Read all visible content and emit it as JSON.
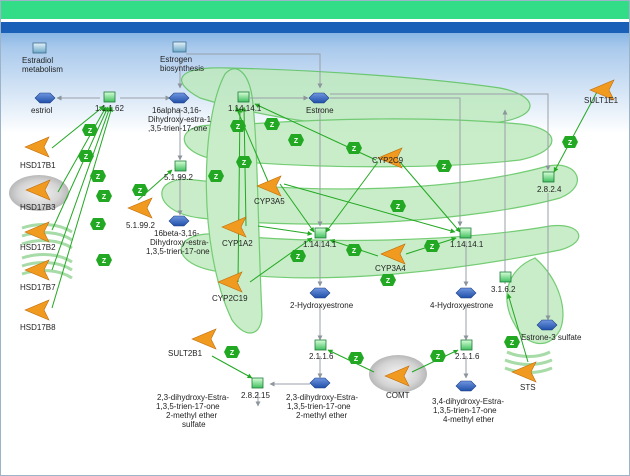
{
  "colors": {
    "header_green": "#33dd88",
    "header_blue": "#1a5fb8",
    "compartment_fill": "#bfeabf",
    "compartment_stroke": "#5cc45c",
    "enzyme_orange": "#f09a20",
    "compound_blue": "#1f4fa8",
    "reaction_green": "#2aa84a",
    "catalysis_green": "#22a822",
    "arrow_gray": "#9aa0a8"
  },
  "icons": {
    "pathway": "pathway-box-icon",
    "reaction": "reaction-square-icon",
    "compound": "compound-hexagon-icon",
    "enzyme": "enzyme-arrow-icon",
    "catalysis": "catalysis-z-icon"
  },
  "pathways": [
    {
      "id": "estradiol-metabolism",
      "lines": [
        "Estradiol",
        "metabolism"
      ]
    },
    {
      "id": "estrogen-biosynthesis",
      "lines": [
        "Estrogen",
        "biosynthesis"
      ]
    }
  ],
  "reactions": [
    {
      "id": "r1",
      "label": "1.1.1.62"
    },
    {
      "id": "r2",
      "label": "1.14.14.1"
    },
    {
      "id": "r3",
      "label": "5.1.99.2"
    },
    {
      "id": "r4",
      "label": "1.14.14.1"
    },
    {
      "id": "r5",
      "label": "1.14.14.1"
    },
    {
      "id": "r6",
      "label": "2.8.2.4"
    },
    {
      "id": "r7",
      "label": "3.1.6.2"
    },
    {
      "id": "r8",
      "label": "2.1.1.6"
    },
    {
      "id": "r9",
      "label": "2.1.1.6"
    },
    {
      "id": "r10",
      "label": "2.8.2.15"
    }
  ],
  "compounds": [
    {
      "id": "estriol",
      "lines": [
        "estriol"
      ]
    },
    {
      "id": "hydroxy-estratriene",
      "lines": [
        "16alpha-3,16-",
        "Dihydroxy-estra-1",
        ",3,5-trien-17-one"
      ]
    },
    {
      "id": "estrone",
      "lines": [
        "Estrone"
      ]
    },
    {
      "id": "beta-estratriene",
      "lines": [
        "16beta-3,16-",
        "Dihydroxy-estra-",
        "1,3,5-trien-17-one"
      ]
    },
    {
      "id": "2-hydroxyestrone",
      "lines": [
        "2-Hydroxyestrone"
      ]
    },
    {
      "id": "4-hydroxyestrone",
      "lines": [
        "4-Hydroxyestrone"
      ]
    },
    {
      "id": "estrone-3-sulfate",
      "lines": [
        "Estrone-3 sulfate"
      ]
    },
    {
      "id": "2-methyl-ether",
      "lines": [
        "2,3-dihydroxy-Estra-",
        "1,3,5-trien-17-one",
        "2-methyl ether"
      ]
    },
    {
      "id": "4-methyl-ether",
      "lines": [
        "3,4-dihydroxy-Estra-",
        "1,3,5-trien-17-one",
        "4-methyl ether"
      ]
    },
    {
      "id": "2-methyl-ether-sulfate",
      "lines": [
        "2,3-dihydroxy-Estra-",
        "1,3,5-trien-17-one",
        "2-methyl ether",
        "sulfate"
      ]
    }
  ],
  "enzymes": [
    {
      "id": "hsd17b1",
      "label": "HSD17B1"
    },
    {
      "id": "hsd17b3",
      "label": "HSD17B3"
    },
    {
      "id": "hsd17b2",
      "label": "HSD17B2"
    },
    {
      "id": "hsd17b7",
      "label": "HSD17B7"
    },
    {
      "id": "hsd17b8",
      "label": "HSD17B8"
    },
    {
      "id": "e-5.1.99.2",
      "label": "5.1.99.2"
    },
    {
      "id": "cyp3a5",
      "label": "CYP3A5"
    },
    {
      "id": "cyp1a2",
      "label": "CYP1A2"
    },
    {
      "id": "cyp2c19",
      "label": "CYP2C19"
    },
    {
      "id": "cyp2c9",
      "label": "CYP2C9"
    },
    {
      "id": "cyp3a4",
      "label": "CYP3A4"
    },
    {
      "id": "sult1e1",
      "label": "SULT1E1"
    },
    {
      "id": "sult2b1",
      "label": "SULT2B1"
    },
    {
      "id": "comt",
      "label": "COMT"
    },
    {
      "id": "sts",
      "label": "STS"
    }
  ],
  "catalysis_label": "Z"
}
